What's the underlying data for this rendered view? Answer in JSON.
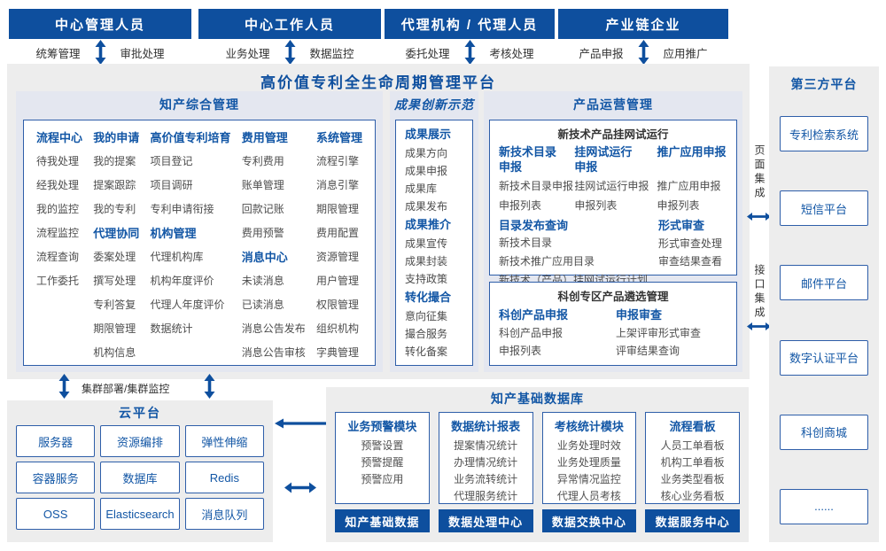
{
  "colors": {
    "bar_blue": "#0e4f9e",
    "text_blue": "#1256a5",
    "border_blue": "#2e5ea9",
    "item_gray": "#4d4d4d",
    "panel_gray": "#ededed",
    "band_gray": "#e4e7f0"
  },
  "top_roles": [
    {
      "title": "中心管理人员",
      "left": "统筹管理",
      "right": "审批处理"
    },
    {
      "title": "中心工作人员",
      "left": "业务处理",
      "right": "数据监控"
    },
    {
      "title": "代理机构 / 代理人员",
      "left": "委托处理",
      "right": "考核处理"
    },
    {
      "title": "产业链企业",
      "left": "产品申报",
      "right": "应用推广"
    }
  ],
  "platform": {
    "title": "高价值专利全生命周期管理平台",
    "ipm": {
      "title": "知产综合管理",
      "columns": [
        {
          "groups": [
            {
              "title": "流程中心",
              "items": [
                "待我处理",
                "经我处理",
                "我的监控",
                "流程监控",
                "流程查询",
                "工作委托"
              ]
            }
          ]
        },
        {
          "groups": [
            {
              "title": "我的申请",
              "items": [
                "我的提案",
                "提案跟踪",
                "我的专利"
              ]
            },
            {
              "title": "代理协同",
              "items": [
                "委案处理",
                "撰写处理",
                "专利答复",
                "期限管理",
                "机构信息"
              ]
            }
          ]
        },
        {
          "groups": [
            {
              "title": "高价值专利培育",
              "items": [
                "项目登记",
                "项目调研",
                "专利申请衔接"
              ]
            },
            {
              "title": "机构管理",
              "items": [
                "代理机构库",
                "机构年度评价",
                "代理人年度评价",
                "数据统计"
              ]
            }
          ]
        },
        {
          "groups": [
            {
              "title": "费用管理",
              "items": [
                "专利费用",
                "账单管理",
                "回款记账",
                "费用预警"
              ]
            },
            {
              "title": "消息中心",
              "items": [
                "未读消息",
                "已读消息",
                "消息公告发布",
                "消息公告审核"
              ]
            }
          ]
        },
        {
          "groups": [
            {
              "title": "系统管理",
              "items": [
                "流程引擎",
                "消息引擎",
                "期限管理",
                "费用配置",
                "资源管理",
                "用户管理",
                "权限管理",
                "组织机构",
                "字典管理"
              ]
            }
          ]
        }
      ]
    },
    "achievement": {
      "title": "成果创新示范",
      "groups": [
        {
          "title": "成果展示",
          "items": [
            "成果方向",
            "成果申报",
            "成果库",
            "成果发布"
          ]
        },
        {
          "title": "成果推介",
          "items": [
            "成果宣传",
            "成果封装",
            "支持政策"
          ]
        },
        {
          "title": "转化撮合",
          "items": [
            "意向征集",
            "撮合服务",
            "转化备案"
          ]
        }
      ]
    },
    "product_ops": {
      "title": "产品运营管理",
      "trial": {
        "title": "新技术产品挂网试运行",
        "columns": [
          {
            "title": "新技术目录申报",
            "items": [
              "新技术目录申报",
              "申报列表"
            ]
          },
          {
            "title": "挂网试运行申报",
            "items": [
              "挂网试运行申报",
              "申报列表"
            ]
          },
          {
            "title": "推广应用申报",
            "items": [
              "推广应用申报",
              "申报列表"
            ]
          }
        ],
        "catalog_query": {
          "title": "目录发布查询",
          "items": [
            "新技术目录",
            "新技术推广应用目录",
            "新技术（产品）挂网试运行计划"
          ]
        },
        "formal_review": {
          "title": "形式审查",
          "items": [
            "形式审查处理",
            "审查结果查看"
          ]
        }
      },
      "sci_select": {
        "title": "科创专区产品遴选管理",
        "columns": [
          {
            "title": "科创产品申报",
            "items": [
              "科创产品申报",
              "申报列表"
            ]
          },
          {
            "title": "申报审查",
            "items": [
              "上架评审形式审查",
              "评审结果查询"
            ]
          }
        ]
      }
    }
  },
  "cluster_label": "集群部署/集群监控",
  "cloud": {
    "title": "云平台",
    "items": [
      "服务器",
      "资源编排",
      "弹性伸缩",
      "容器服务",
      "数据库",
      "Redis",
      "OSS",
      "Elasticsearch",
      "消息队列"
    ]
  },
  "database": {
    "title": "知产基础数据库",
    "columns": [
      {
        "title": "业务预警模块",
        "items": [
          "预警设置",
          "预警提醒",
          "预警应用"
        ],
        "bar": "知产基础数据"
      },
      {
        "title": "数据统计报表",
        "items": [
          "提案情况统计",
          "办理情况统计",
          "业务流转统计",
          "代理服务统计"
        ],
        "bar": "数据处理中心"
      },
      {
        "title": "考核统计模块",
        "items": [
          "业务处理时效",
          "业务处理质量",
          "异常情况监控",
          "代理人员考核"
        ],
        "bar": "数据交换中心"
      },
      {
        "title": "流程看板",
        "items": [
          "人员工单看板",
          "机构工单看板",
          "业务类型看板",
          "核心业务看板"
        ],
        "bar": "数据服务中心"
      }
    ]
  },
  "third_party": {
    "title": "第三方平台",
    "integration_labels": [
      "页面集成",
      "接口集成"
    ],
    "items": [
      "专利检索系统",
      "短信平台",
      "邮件平台",
      "数字认证平台",
      "科创商城",
      "......"
    ]
  }
}
